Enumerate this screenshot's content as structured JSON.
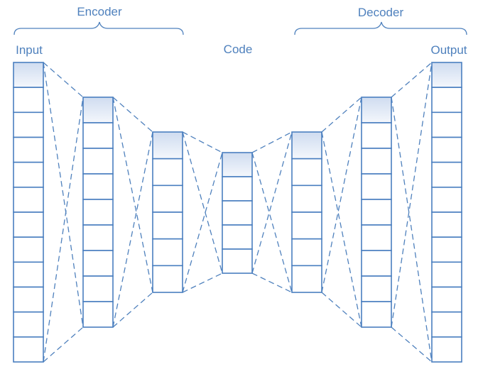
{
  "labels": {
    "encoder": "Encoder",
    "decoder": "Decoder",
    "input": "Input",
    "code": "Code",
    "output": "Output"
  },
  "colors": {
    "line": "#4f81bd",
    "cell_border": "#4a7fc0",
    "top_cell_fill": "#dfe7f5",
    "text": "#4f81bd"
  },
  "layers": [
    {
      "name": "input",
      "units": 12
    },
    {
      "name": "encoder-hidden-1",
      "units": 9
    },
    {
      "name": "encoder-hidden-2",
      "units": 6
    },
    {
      "name": "code",
      "units": 5
    },
    {
      "name": "decoder-hidden-1",
      "units": 6
    },
    {
      "name": "decoder-hidden-2",
      "units": 9
    },
    {
      "name": "output",
      "units": 12
    }
  ]
}
